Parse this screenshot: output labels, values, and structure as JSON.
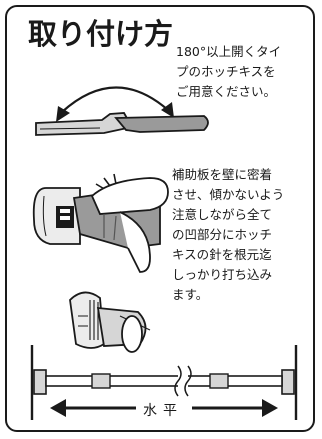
{
  "title": "取り付け方",
  "note_lines": [
    "180°以上開くタイ",
    "プのホッチキスを",
    "ご用意ください。"
  ],
  "steps_lines": [
    "補助板を壁に密着",
    "させ、傾かないよう",
    "注意しながら全て",
    "の凹部分にホッチ",
    "キスの針を根元迄",
    "しっかり打ち込み",
    "ます。"
  ],
  "rod_label": "水平",
  "colors": {
    "line": "#1a1a1a",
    "mid_gray": "#9a9a9a",
    "light_gray": "#d6d6d6",
    "dark_gray": "#555555"
  }
}
